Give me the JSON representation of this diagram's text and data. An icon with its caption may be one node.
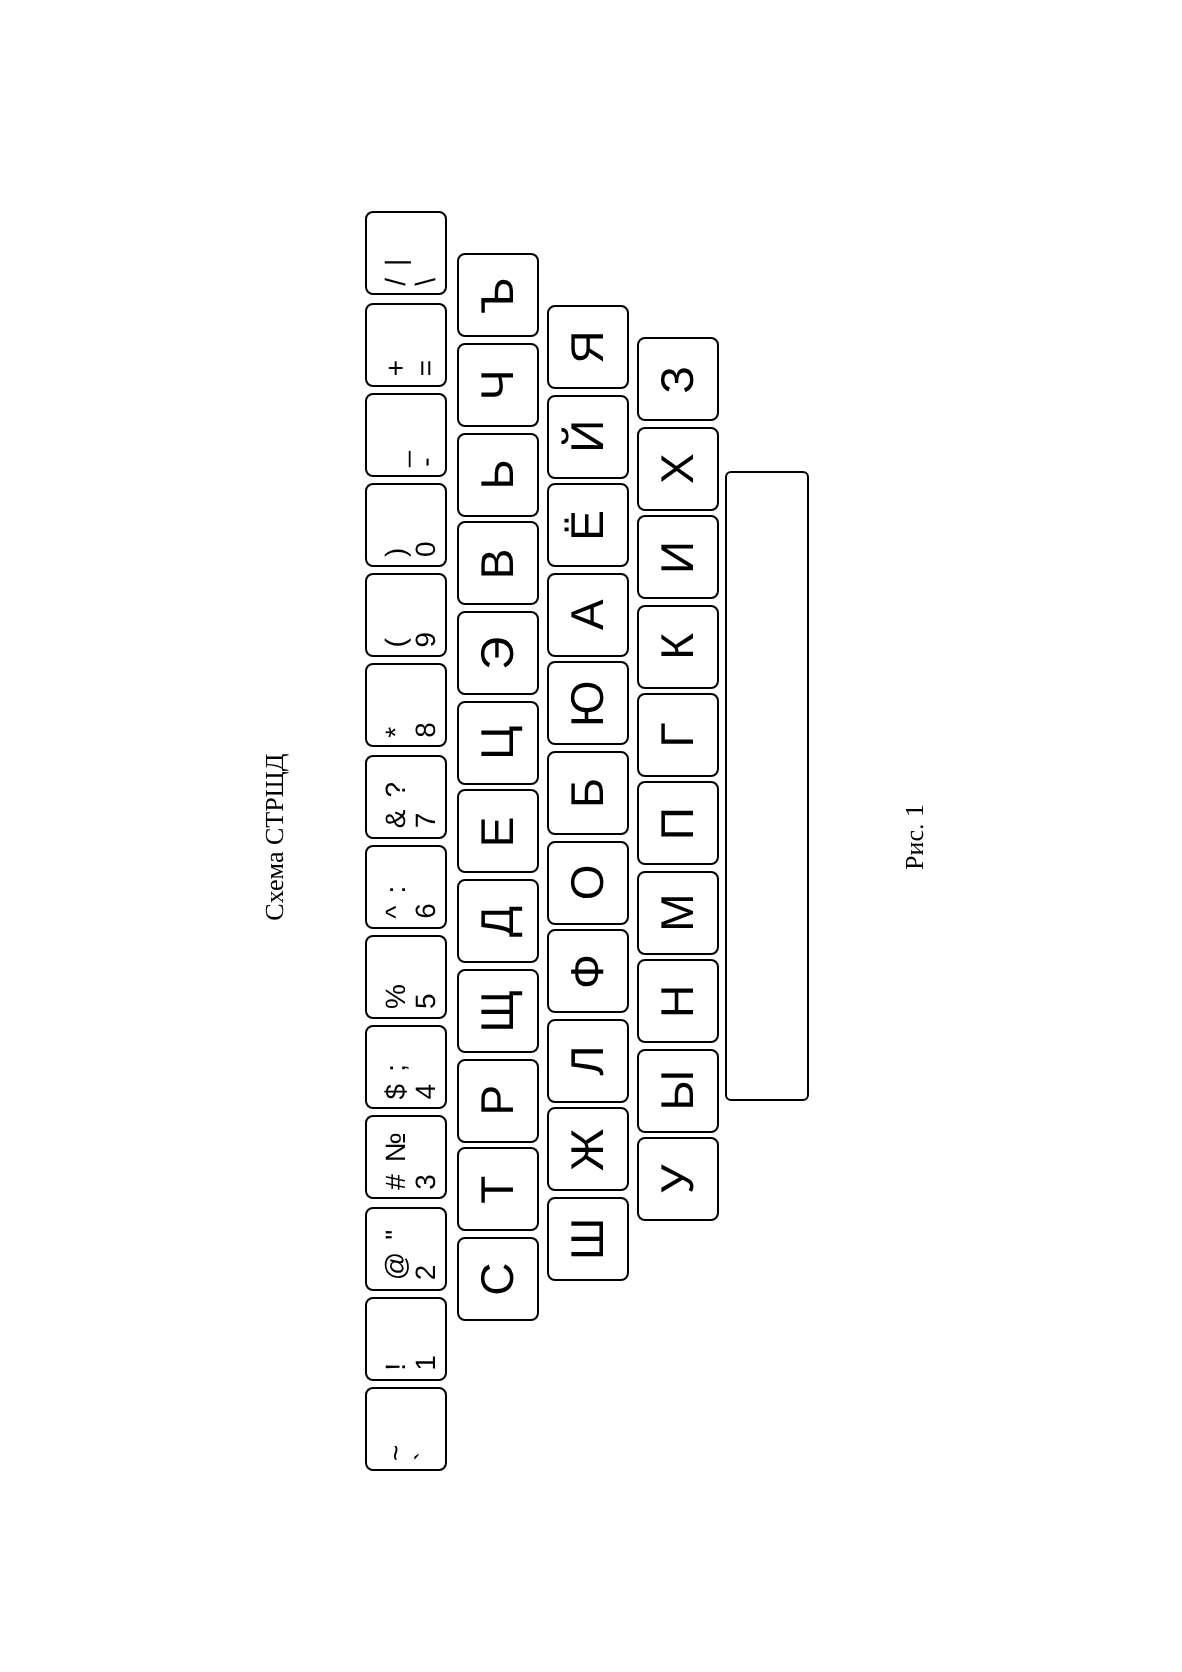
{
  "diagram": {
    "title": "Схема СТРЩД",
    "caption": "Рис. 1",
    "nodes": [
      {
        "text": [
          "~",
          "`"
        ]
      },
      {
        "text": [
          "!",
          "1"
        ]
      },
      {
        "text": [
          "@",
          "\"",
          "2"
        ]
      },
      {
        "text": [
          "#",
          "№",
          "3"
        ]
      },
      {
        "text": [
          "$",
          ";",
          "4"
        ]
      },
      {
        "text": [
          "%",
          "5"
        ]
      },
      {
        "text": [
          "^",
          ":",
          "6"
        ]
      },
      {
        "text": [
          "&",
          "?",
          "7"
        ]
      },
      {
        "text": [
          "*",
          "8"
        ]
      },
      {
        "text": [
          "(",
          "9"
        ]
      },
      {
        "text": [
          ")",
          "0"
        ]
      },
      {
        "text": [
          "_",
          "-"
        ]
      },
      {
        "text": [
          "+",
          "="
        ]
      },
      {
        "text": [
          "/",
          "|",
          "\\"
        ]
      },
      {
        "text": [
          "С"
        ]
      },
      {
        "text": [
          "Т"
        ]
      },
      {
        "text": [
          "Р"
        ]
      },
      {
        "text": [
          "Щ"
        ]
      },
      {
        "text": [
          "Д"
        ]
      },
      {
        "text": [
          "Е"
        ]
      },
      {
        "text": [
          "Ц"
        ]
      },
      {
        "text": [
          "Э"
        ]
      },
      {
        "text": [
          "В"
        ]
      },
      {
        "text": [
          "Ь"
        ]
      },
      {
        "text": [
          "Ч"
        ]
      },
      {
        "text": [
          "Ъ"
        ]
      },
      {
        "text": [
          "Ш"
        ]
      },
      {
        "text": [
          "Ж"
        ]
      },
      {
        "text": [
          "Л"
        ]
      },
      {
        "text": [
          "Ф"
        ]
      },
      {
        "text": [
          "О"
        ]
      },
      {
        "text": [
          "Б"
        ]
      },
      {
        "text": [
          "Ю"
        ]
      },
      {
        "text": [
          "А"
        ]
      },
      {
        "text": [
          "Ё"
        ]
      },
      {
        "text": [
          "Й"
        ]
      },
      {
        "text": [
          "Я"
        ]
      },
      {
        "text": [
          "У"
        ]
      },
      {
        "text": [
          "Ы"
        ]
      },
      {
        "text": [
          "Н"
        ]
      },
      {
        "text": [
          "М"
        ]
      },
      {
        "text": [
          "П"
        ]
      },
      {
        "text": [
          "Г"
        ]
      },
      {
        "text": [
          "К"
        ]
      },
      {
        "text": [
          "И"
        ]
      },
      {
        "text": [
          "Х"
        ]
      },
      {
        "text": [
          "З"
        ]
      },
      {
        "text": [],
        "shape": "bar"
      }
    ]
  }
}
